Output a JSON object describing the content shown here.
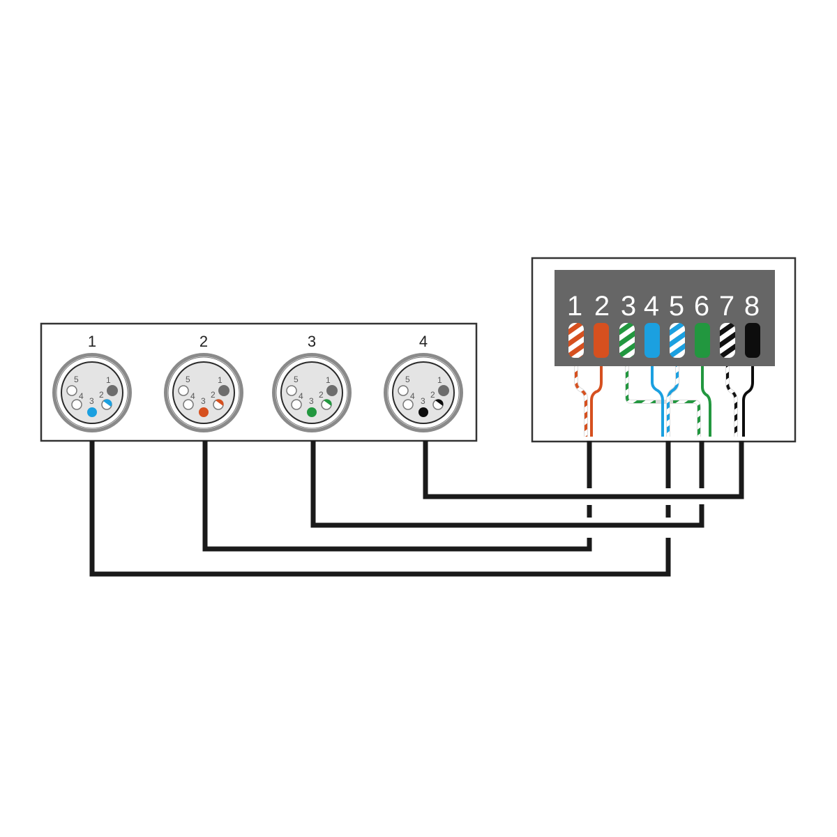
{
  "diagram": {
    "type": "wiring-diagram",
    "description": "Four 5-pin XLR/DMX connectors wired to an 8-position RJ45 terminal block",
    "colors": {
      "frame": "#333333",
      "panel": "#666666",
      "cable": "#1a1a1a",
      "orange": "#d6501f",
      "green": "#22973f",
      "blue": "#1ba0e0",
      "black": "#0d0d0d",
      "pin_gray": "#6d6d6d",
      "connector_face": "#e4e4e4",
      "connector_ring": "#8a8a8a"
    }
  },
  "connectors": [
    {
      "label": "1",
      "pin3_color": "blue",
      "pin2_color": "blue-white"
    },
    {
      "label": "2",
      "pin3_color": "orange",
      "pin2_color": "orange-white"
    },
    {
      "label": "3",
      "pin3_color": "green",
      "pin2_color": "green-white"
    },
    {
      "label": "4",
      "pin3_color": "black",
      "pin2_color": "black-white"
    }
  ],
  "connector_pin_labels": [
    "1",
    "2",
    "3",
    "4",
    "5"
  ],
  "terminal": {
    "positions": [
      {
        "label": "1",
        "wire": "orange-white striped"
      },
      {
        "label": "2",
        "wire": "orange"
      },
      {
        "label": "3",
        "wire": "green-white striped"
      },
      {
        "label": "4",
        "wire": "blue"
      },
      {
        "label": "5",
        "wire": "blue-white striped"
      },
      {
        "label": "6",
        "wire": "green"
      },
      {
        "label": "7",
        "wire": "black-white striped"
      },
      {
        "label": "8",
        "wire": "black"
      }
    ]
  },
  "connections": [
    {
      "connector": "1",
      "terminal_pin": "4"
    },
    {
      "connector": "2",
      "terminal_pin": "2"
    },
    {
      "connector": "3",
      "terminal_pin": "6"
    },
    {
      "connector": "4",
      "terminal_pin": "8"
    }
  ]
}
